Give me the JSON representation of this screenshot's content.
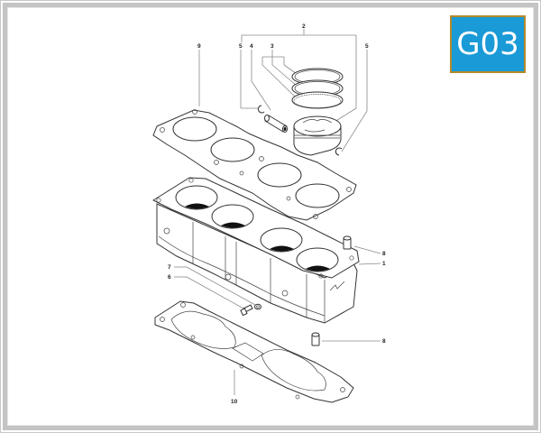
{
  "diagram": {
    "title_badge": "G03",
    "colors": {
      "badge_background": "#1a9ad6",
      "badge_border": "#b48a2a",
      "badge_text": "#ffffff",
      "frame": "#c4c4c4",
      "line_art": "#333333",
      "leader_lines": "#8a8a8a"
    },
    "callouts": [
      {
        "id": "1",
        "label": "1",
        "part": "cylinder-block"
      },
      {
        "id": "2",
        "label": "2",
        "part": "piston-assembly"
      },
      {
        "id": "3",
        "label": "3",
        "part": "piston-rings"
      },
      {
        "id": "4",
        "label": "4",
        "part": "piston-pin"
      },
      {
        "id": "5a",
        "label": "5",
        "part": "circlip-left"
      },
      {
        "id": "5b",
        "label": "5",
        "part": "circlip-right"
      },
      {
        "id": "6",
        "label": "6",
        "part": "bolt"
      },
      {
        "id": "7",
        "label": "7",
        "part": "washer"
      },
      {
        "id": "8a",
        "label": "8",
        "part": "dowel-pin-upper"
      },
      {
        "id": "8b",
        "label": "8",
        "part": "dowel-pin-lower"
      },
      {
        "id": "9",
        "label": "9",
        "part": "cylinder-head-gasket"
      },
      {
        "id": "10",
        "label": "10",
        "part": "cylinder-base-gasket"
      }
    ]
  }
}
